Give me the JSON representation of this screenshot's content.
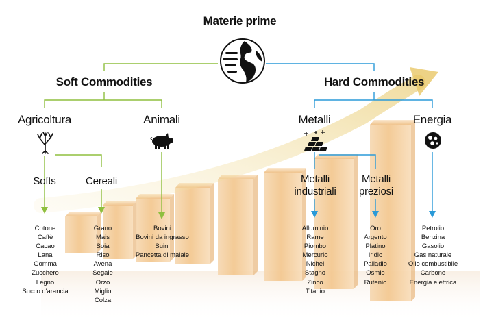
{
  "root": {
    "title": "Materie prime",
    "icon": "globe-icon"
  },
  "colors": {
    "soft": "#8fbf3f",
    "hard": "#2a9ad8",
    "bars": "#f1c592"
  },
  "soft": {
    "title": "Soft Commodities",
    "agricoltura": {
      "label": "Agricoltura",
      "icon": "tree-icon"
    },
    "animali": {
      "label": "Animali",
      "icon": "pig-icon",
      "items": [
        "Bovini",
        "Bovini da ingrasso",
        "Suini",
        "Pancetta di maiale"
      ]
    },
    "softs": {
      "label": "Softs",
      "items": [
        "Cotone",
        "Caffè",
        "Cacao",
        "Lana",
        "Gomma",
        "Zucchero",
        "Legno",
        "Succo d'arancia"
      ]
    },
    "cereali": {
      "label": "Cereali",
      "items": [
        "Grano",
        "Mais",
        "Soia",
        "Riso",
        "Avena",
        "Segale",
        "Orzo",
        "Miglio",
        "Colza"
      ]
    }
  },
  "hard": {
    "title": "Hard Commodities",
    "metalli": {
      "label": "Metalli",
      "icon": "gold-bars-icon"
    },
    "energia": {
      "label": "Energia",
      "icon": "energy-icon",
      "items": [
        "Petrolio",
        "Benzina",
        "Gasolio",
        "Gas naturale",
        "Olio combustibile",
        "Carbone",
        "Energia elettrica"
      ]
    },
    "industriali": {
      "label_line1": "Metalli",
      "label_line2": "industriali",
      "items": [
        "Alluminio",
        "Rame",
        "Piombo",
        "Mercurio",
        "Nichel",
        "Stagno",
        "Zinco",
        "Titanio"
      ]
    },
    "preziosi": {
      "label_line1": "Metalli",
      "label_line2": "preziosi",
      "items": [
        "Oro",
        "Argento",
        "Platino",
        "Iridio",
        "Palladio",
        "Osmio",
        "Rutenio"
      ]
    }
  }
}
